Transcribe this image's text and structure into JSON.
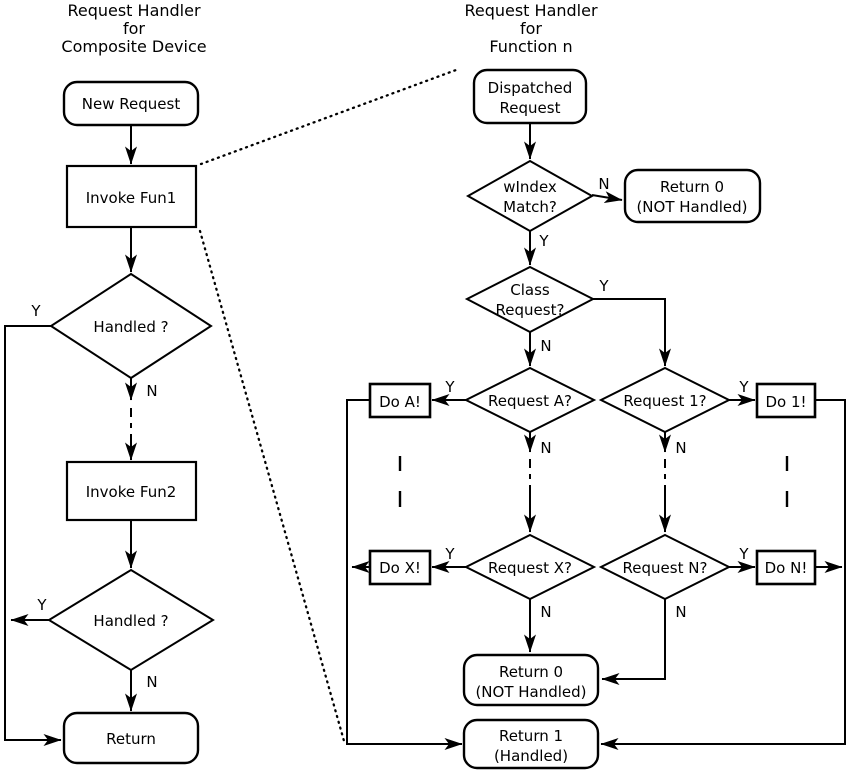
{
  "diagram": {
    "colors": {
      "stroke": "#000000",
      "background": "#ffffff"
    },
    "branch": {
      "yes": "Y",
      "no": "N"
    },
    "left": {
      "title": {
        "line1": "Request Handler",
        "line2": "for",
        "line3": "Composite Device"
      },
      "new_request": "New Request",
      "invoke_fun1": "Invoke Fun1",
      "handled1": "Handled ?",
      "invoke_fun2": "Invoke Fun2",
      "handled2": "Handled ?",
      "return": "Return"
    },
    "right": {
      "title": {
        "line1": "Request Handler",
        "line2": "for",
        "line3": "Function n"
      },
      "dispatched": {
        "line1": "Dispatched",
        "line2": "Request"
      },
      "windex": {
        "line1": "wIndex",
        "line2": "Match?"
      },
      "return0_top": {
        "line1": "Return 0",
        "line2": "(NOT Handled)"
      },
      "class_request": {
        "line1": "Class",
        "line2": "Request?"
      },
      "request_a": "Request A?",
      "request_1": "Request 1?",
      "do_a": "Do A!",
      "do_1": "Do 1!",
      "request_x": "Request X?",
      "request_n": "Request N?",
      "do_x": "Do X!",
      "do_n": "Do N!",
      "return0_bottom": {
        "line1": "Return 0",
        "line2": "(NOT Handled)"
      },
      "return1": {
        "line1": "Return 1",
        "line2": "(Handled)"
      }
    }
  }
}
